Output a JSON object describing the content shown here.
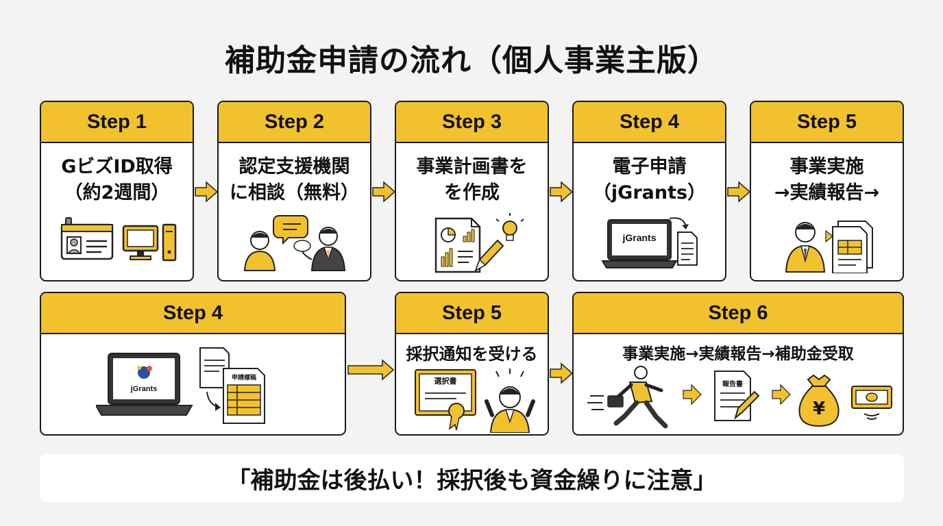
{
  "title": "補助金申請の流れ（個人事業主版）",
  "colors": {
    "accent": "#f2c12e",
    "border": "#1a1a1a",
    "background": "#f3f3f3"
  },
  "top_steps": [
    {
      "header": "Step 1",
      "lines": [
        "GビズID取得",
        "（約2週間）"
      ],
      "icons": [
        "id-card-icon",
        "desktop-computer-icon"
      ]
    },
    {
      "header": "Step 2",
      "lines": [
        "認定支援機関",
        "に相談（無料）"
      ],
      "icons": [
        "consultation-people-icon",
        "speech-bubble-icon"
      ]
    },
    {
      "header": "Step 3",
      "lines": [
        "事業計画書を",
        "を作成"
      ],
      "icons": [
        "business-plan-document-icon",
        "lightbulb-icon",
        "pen-icon"
      ]
    },
    {
      "header": "Step 4",
      "lines": [
        "電子申請",
        "（jGrants）"
      ],
      "icons": [
        "laptop-icon",
        "document-icon"
      ],
      "screen_text": "jGrants"
    },
    {
      "header": "Step 5",
      "lines": [
        "事業実施",
        "→実績報告→"
      ],
      "icons": [
        "businessperson-icon",
        "report-documents-icon"
      ]
    }
  ],
  "bottom_steps": [
    {
      "header": "Step 4",
      "lines": [],
      "icons": [
        "laptop-icon",
        "application-form-icon"
      ],
      "screen_text": "jGrants",
      "form_label": "申請様稿"
    },
    {
      "header": "Step 5",
      "lines": [
        "採択通知を受ける"
      ],
      "icons": [
        "certificate-icon",
        "celebrating-person-icon"
      ],
      "certificate_label": "選択書"
    },
    {
      "header": "Step 6",
      "lines": [
        "事業実施→実績報告→補助金受取"
      ],
      "icons": [
        "running-businessman-icon",
        "report-icon",
        "yen-money-bag-icon",
        "cash-icon"
      ],
      "report_label": "報告書",
      "bag_symbol": "¥"
    }
  ],
  "note": "「補助金は後払い！採択後も資金繰りに注意」"
}
